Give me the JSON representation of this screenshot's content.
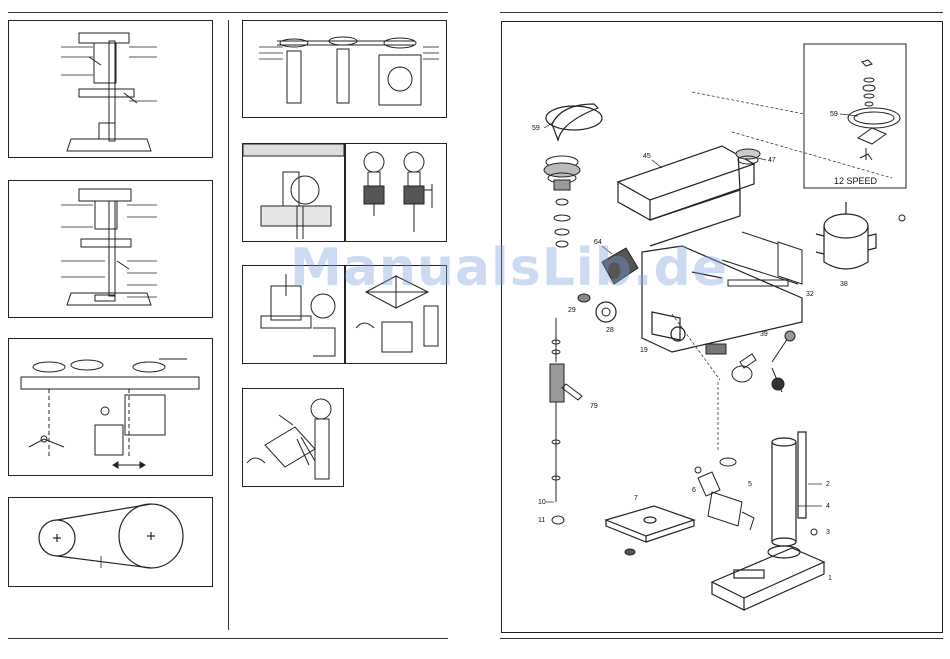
{
  "watermark": "ManualsLib.de",
  "exploded_view": {
    "inset_label": "12 SPEED",
    "callouts": [
      "59",
      "45",
      "47",
      "64",
      "29",
      "28",
      "19",
      "32",
      "38",
      "39",
      "79",
      "10",
      "11",
      "7",
      "6",
      "5",
      "2",
      "4",
      "3",
      "1",
      "59"
    ]
  }
}
